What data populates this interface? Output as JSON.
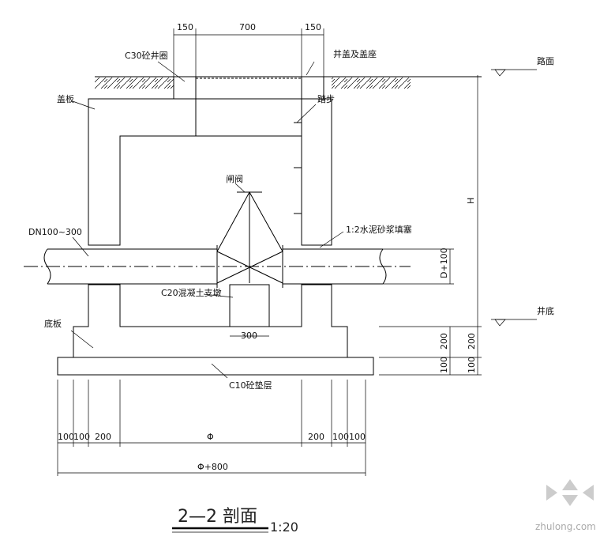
{
  "labels": {
    "c30_ring": "C30砼井圈",
    "cover_seat": "井盖及盖座",
    "ground": "路面",
    "cover_slab": "盖板",
    "step": "踏步",
    "valve": "闸阀",
    "pipe": "DN100~300",
    "mortar": "1:2水泥砂浆填塞",
    "support": "C20混凝土支墩",
    "bottom_slab": "底板",
    "well_bottom": "井底",
    "cushion": "C10砼垫层",
    "height": "H",
    "pipe_dim": "D+100"
  },
  "dims": {
    "top_left": "150",
    "top_mid": "700",
    "top_right": "150",
    "support_w": "300",
    "slab_l": "200",
    "slab_r": "200",
    "cushion_l": "100",
    "cushion_r": "100",
    "b1": "100",
    "b2": "100",
    "b3": "200",
    "b_mid": "Φ",
    "b4": "200",
    "b5": "100",
    "b6": "100",
    "total": "Φ+800"
  },
  "title": {
    "main": "2—2 剖面",
    "scale": "1:20"
  },
  "watermark": "zhulong.com"
}
